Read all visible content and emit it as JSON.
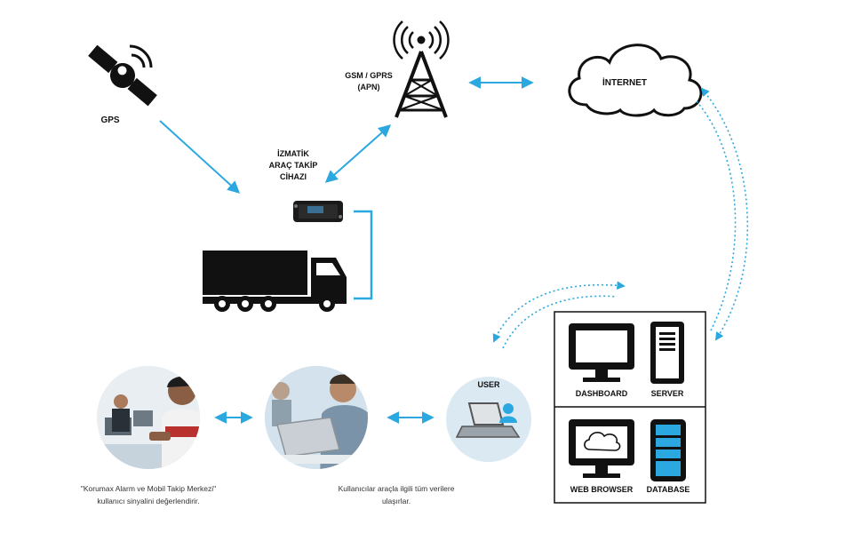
{
  "nodes": {
    "gps": {
      "label": "GPS",
      "icon": "satellite-icon"
    },
    "tower": {
      "label_line1": "GSM / GPRS",
      "label_line2": "(APN)",
      "icon": "cell-tower-icon"
    },
    "internet": {
      "label": "İNTERNET",
      "icon": "cloud-icon"
    },
    "device": {
      "label_line1": "İZMATİK",
      "label_line2": "ARAÇ TAKİP",
      "label_line3": "CİHAZI",
      "icon": "tracking-device-icon"
    },
    "truck": {
      "icon": "truck-icon"
    },
    "user": {
      "label": "USER",
      "icon": "laptop-user-icon"
    },
    "server_box": {
      "dashboard": "DASHBOARD",
      "server": "SERVER",
      "web_browser": "WEB BROWSER",
      "database": "DATABASE"
    },
    "alarm_center": {
      "icon": "call-center-photo"
    },
    "office_user": {
      "icon": "laptop-user-photo"
    }
  },
  "captions": {
    "alarm_line1": "\"Korumax Alarm ve Mobil Takip Merkezi\"",
    "alarm_line2": "kullanıcı sinyalini değerlendirir.",
    "access_line1": "Kullanıcılar araçla ilgili tüm verilere",
    "access_line2": "ulaşırlar."
  },
  "colors": {
    "accent": "#2ca8e0",
    "ink": "#111111",
    "photo_bg": "#dbe9f3"
  }
}
